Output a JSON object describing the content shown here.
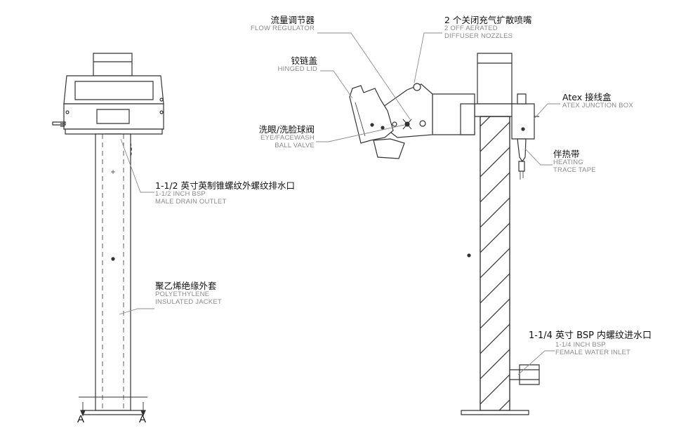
{
  "labels": {
    "flow_regulator": {
      "zh": "流量调节器",
      "en": "FLOW REGULATOR"
    },
    "diffuser_nozzles": {
      "zh": "2 个关闭充气扩散喷嘴",
      "en1": "2 OFF AERATED",
      "en2": "DIFFUSER NOZZLES"
    },
    "hinged_lid": {
      "zh": "铰链盖",
      "en": "HINGED LID"
    },
    "ball_valve": {
      "zh": "洗眼/洗脸球阀",
      "en1": "EYE/FACEWASH",
      "en2": "BALL VALVE"
    },
    "atex_box": {
      "zh": "Atex 接线盒",
      "en": "ATEX JUNCTION BOX"
    },
    "trace_tape": {
      "zh": "伴热带",
      "en1": "HEATING",
      "en2": "TRACE TAPE"
    },
    "drain_outlet": {
      "zh": "1-1/2 英寸英制锥螺纹外螺纹排水口",
      "en1": "1-1/2 INCH BSP",
      "en2": "MALE DRAIN OUTLET"
    },
    "jacket": {
      "zh": "聚乙烯绝缘外套",
      "en1": "POLYETHYLENE",
      "en2": "INSULATED JACKET"
    },
    "water_inlet": {
      "zh": "1-1/4 英寸 BSP 内螺纹进水口",
      "en1": "1-1/4 INCH BSP",
      "en2": "FEMALE WATER INLET"
    }
  },
  "section_marker": "A",
  "colors": {
    "line": "#333333",
    "leader": "#8c8c8c",
    "text": "#111111",
    "subtext": "#8a8a8a"
  }
}
